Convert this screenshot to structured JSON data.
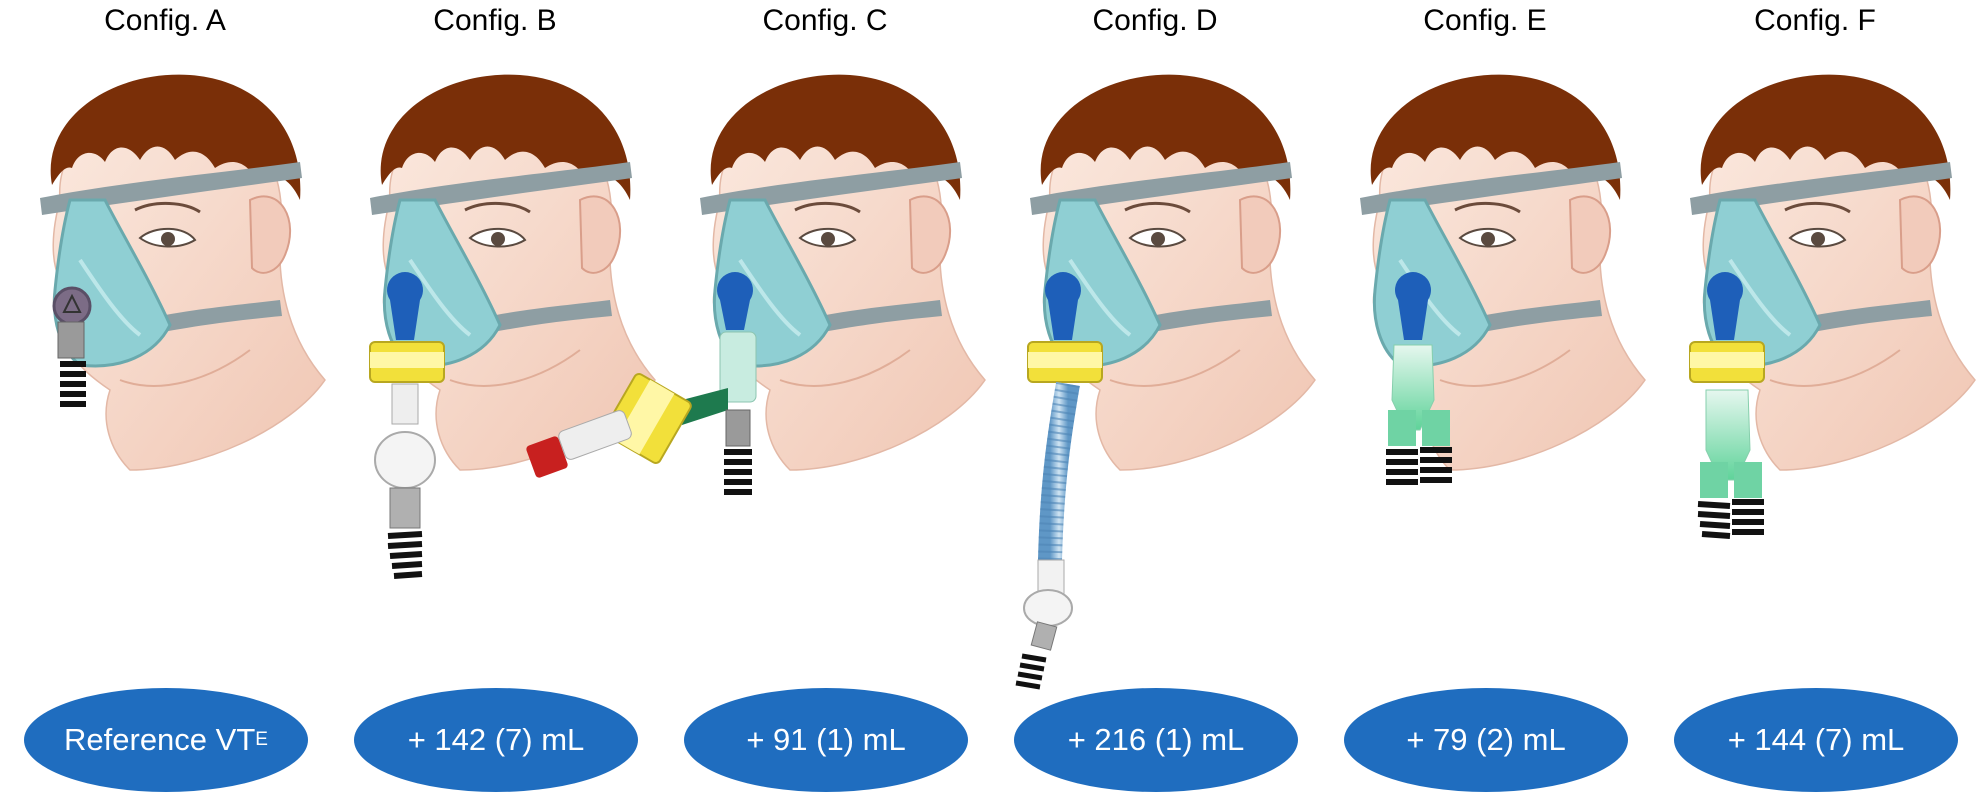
{
  "colors": {
    "oval": "#1f6dbf",
    "hair": "#7a2f08",
    "skin": "#f7dccd",
    "mask": "#8fcfd3",
    "strap": "#8e9ea3",
    "connector_blue": "#1e5fb9",
    "filter_yellow": "#f2e03a",
    "green_hme": "#1e7a4e",
    "tube_blue": "#7fb3d8",
    "red_cap": "#c8201f"
  },
  "panels": [
    {
      "title": "Config. A",
      "label_main": "Reference VT",
      "label_sub": "E"
    },
    {
      "title": "Config. B",
      "label_main": "+ 142 (7) mL",
      "label_sub": ""
    },
    {
      "title": "Config. C",
      "label_main": "+ 91 (1) mL",
      "label_sub": ""
    },
    {
      "title": "Config. D",
      "label_main": "+ 216 (1) mL",
      "label_sub": ""
    },
    {
      "title": "Config. E",
      "label_main": "+ 79 (2) mL",
      "label_sub": ""
    },
    {
      "title": "Config. F",
      "label_main": "+ 144 (7) mL",
      "label_sub": ""
    }
  ]
}
